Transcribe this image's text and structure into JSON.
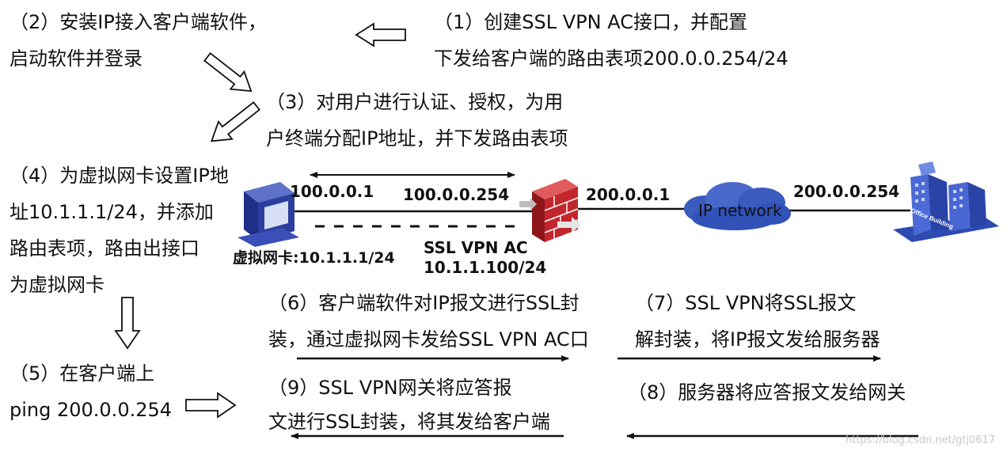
{
  "steps": {
    "s1": [
      "（1）创建SSL VPN AC接口，并配置",
      "下发给客户端的路由表项200.0.0.254/24"
    ],
    "s2": [
      "（2）安装IP接入客户端软件，",
      "启动软件并登录"
    ],
    "s3": [
      "（3）对用户进行认证、授权，为用",
      "户终端分配IP地址，并下发路由表项"
    ],
    "s4": [
      "（4）为虚拟网卡设置IP地",
      "址10.1.1.1/24，并添加",
      "路由表项，路由出接口",
      "为虚拟网卡"
    ],
    "s5": [
      "（5）在客户端上",
      "ping 200.0.0.254"
    ],
    "s6": [
      "（6）客户端软件对IP报文进行SSL封",
      "装，通过虚拟网卡发给SSL VPN AC口"
    ],
    "s7": [
      "（7）SSL VPN将SSL报文",
      "解封装，将IP报文发给服务器"
    ],
    "s8": [
      "（8）服务器将应答报文发给网关"
    ],
    "s9": [
      "（9）SSL VPN网关将应答报",
      "文进行SSL封装，将其发给客户端"
    ]
  },
  "labels": {
    "client_ip": "100.0.0.1",
    "ac_in_ip": "100.0.0.254",
    "ac_out_ip": "200.0.0.1",
    "server_ip": "200.0.0.254",
    "vnic": "虚拟网卡:10.1.1.1/24",
    "ac_name": "SSL VPN AC",
    "ac_ip": "10.1.1.100/24",
    "cloud": "IP network",
    "building": "Office Building"
  },
  "watermark": "https://blog.csdn.net/gtj0617",
  "colors": {
    "cloud": "#2e4fb0",
    "cloud_light": "#4e6fd0",
    "firewall": "#c1272d",
    "building": "#3556c4",
    "computer": "#2c3e9e"
  }
}
